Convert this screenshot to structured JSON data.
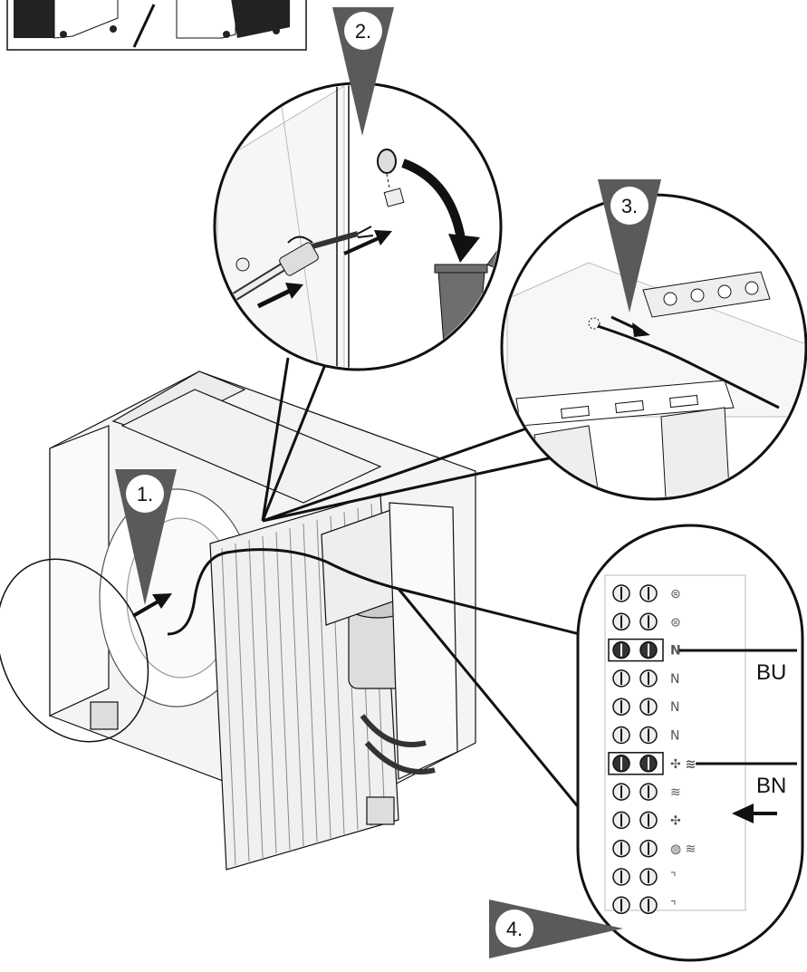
{
  "steps": [
    {
      "label": "1."
    },
    {
      "label": "2."
    },
    {
      "label": "3."
    },
    {
      "label": "4."
    }
  ],
  "wire_labels": {
    "blue": "BU",
    "brown": "BN"
  },
  "terminal_block": {
    "rows": [
      {
        "symbol": "⊜",
        "wired": false
      },
      {
        "symbol": "⊜",
        "wired": false
      },
      {
        "symbol": "N",
        "wired": true
      },
      {
        "symbol": "N",
        "wired": false
      },
      {
        "symbol": "N",
        "wired": false
      },
      {
        "symbol": "N",
        "wired": false
      },
      {
        "symbol": "✣ ≋",
        "wired": true
      },
      {
        "symbol": "≋",
        "wired": false
      },
      {
        "symbol": "✣",
        "wired": false
      },
      {
        "symbol": "◍ ≋",
        "wired": false
      },
      {
        "symbol": "⌝",
        "wired": false
      },
      {
        "symbol": "⌝",
        "wired": false
      }
    ]
  },
  "colors": {
    "line": "#111111",
    "marker_fill": "#5a5a5a",
    "bin_fill": "#6e6e6e",
    "light_gray": "#e6e6e6"
  },
  "icons": [
    "cable-gland-icon",
    "blanking-plug-icon",
    "waste-bin-icon",
    "direction-arrow-icon"
  ]
}
